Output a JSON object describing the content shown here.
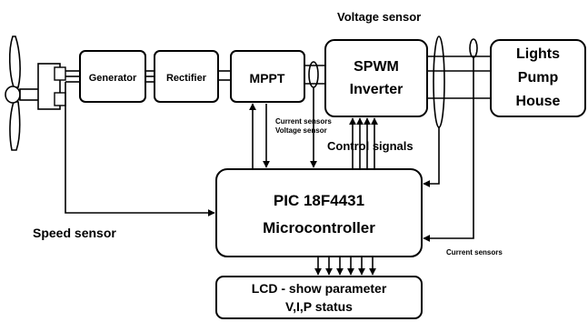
{
  "blocks": {
    "generator": "Generator",
    "rectifier": "Rectifier",
    "mppt": "MPPT",
    "inverter": [
      "SPWM",
      "Inverter"
    ],
    "loads": [
      "Lights",
      "Pump",
      "House"
    ],
    "microcontroller": [
      "PIC 18F4431",
      "Microcontroller"
    ],
    "lcd": [
      "LCD - show parameter",
      "V,I,P status"
    ]
  },
  "labels": {
    "voltage_sensor": "Voltage sensor",
    "current_voltage_sensors": [
      "Current sensors",
      "Voltage sensor"
    ],
    "control_signals": "Control signals",
    "speed_sensor": "Speed sensor",
    "current_sensors": "Current sensors"
  }
}
